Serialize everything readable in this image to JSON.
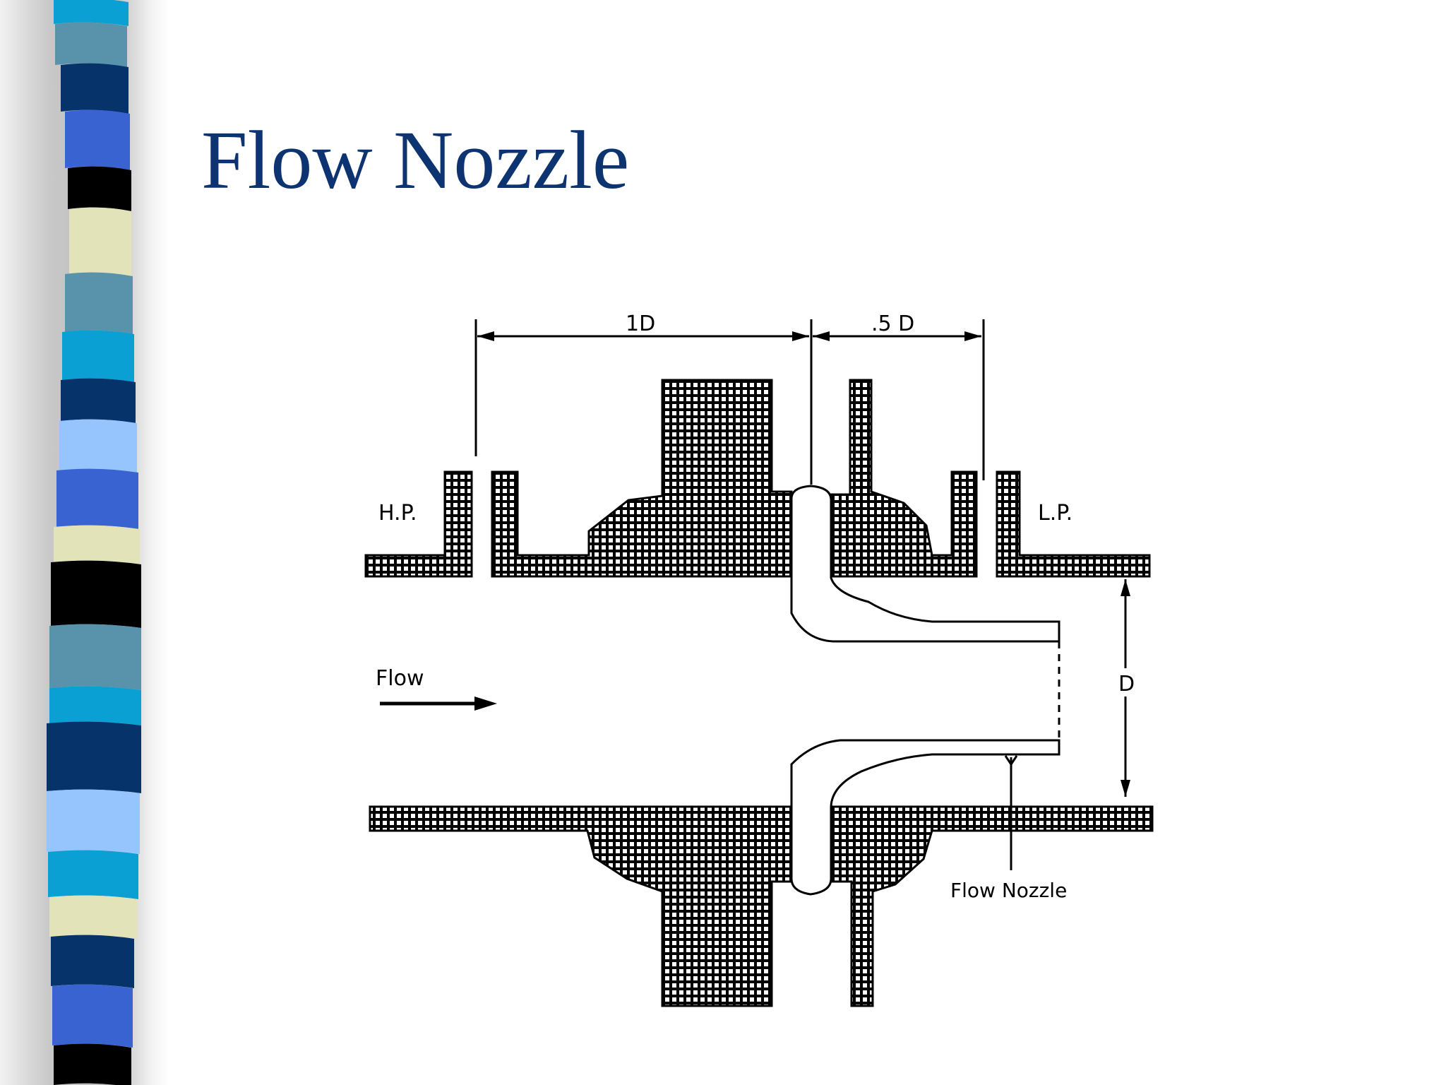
{
  "slide": {
    "title": "Flow Nozzle"
  },
  "diagram": {
    "labels": {
      "high_pressure": "H.P.",
      "low_pressure": "L.P.",
      "upstream_spacing": "1D",
      "downstream_spacing": ".5 D",
      "pipe_diameter": "D",
      "flow": "Flow",
      "nozzle": "Flow Nozzle"
    }
  },
  "colors": {
    "title": "#0d3470",
    "stripe_palette": [
      "#0aa0d4",
      "#5892ab",
      "#06336a",
      "#3a63d2",
      "#000000",
      "#e2e3b8",
      "#96c5fd"
    ]
  }
}
